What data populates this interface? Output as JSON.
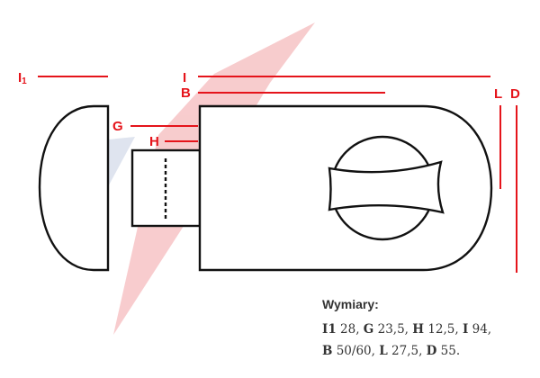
{
  "colors": {
    "dimension": "#e5141b",
    "outline": "#111111",
    "watermark_red": "#f2a3a6",
    "watermark_blue": "#c5cfe3",
    "text": "#333333"
  },
  "labels": {
    "l1": "I",
    "l1_sub": "1",
    "i": "I",
    "b": "B",
    "g": "G",
    "h": "H",
    "l": "L",
    "d": "D"
  },
  "specs": {
    "title": "Wymiary:",
    "items": [
      {
        "key": "I1",
        "value": " 28,"
      },
      {
        "key": "G",
        "value": " 23,5,"
      },
      {
        "key": "H",
        "value": " 12,5,"
      },
      {
        "key": "I",
        "value": " 94,"
      },
      {
        "key": "B",
        "value": " 50/60,"
      },
      {
        "key": "L",
        "value": " 27,5,"
      },
      {
        "key": "D",
        "value": " 55."
      }
    ]
  }
}
